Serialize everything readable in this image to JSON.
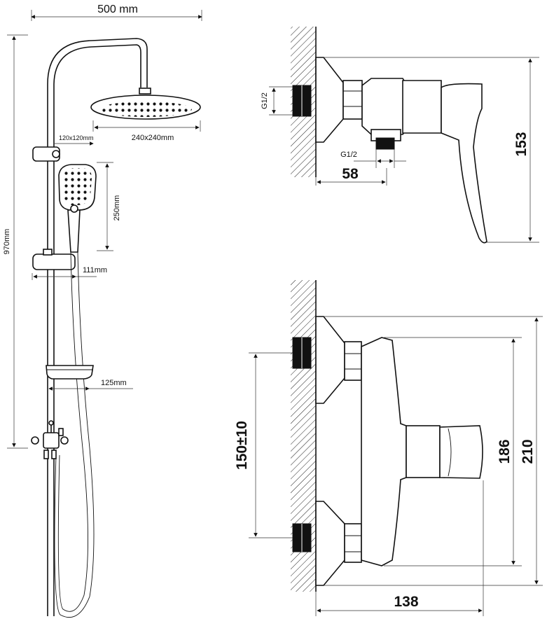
{
  "labels": {
    "width_total": "500 mm",
    "height_total": "970mm",
    "slider_size": "120x120mm",
    "head_size": "240x240mm",
    "hand_length": "250mm",
    "arm_111": "111mm",
    "arm_125": "125mm",
    "thread_side": "G1/2",
    "thread_bottom": "G1/2",
    "depth_58": "58",
    "height_153": "153",
    "centers": "150±10",
    "height_186": "186",
    "height_210": "210",
    "width_138": "138"
  }
}
